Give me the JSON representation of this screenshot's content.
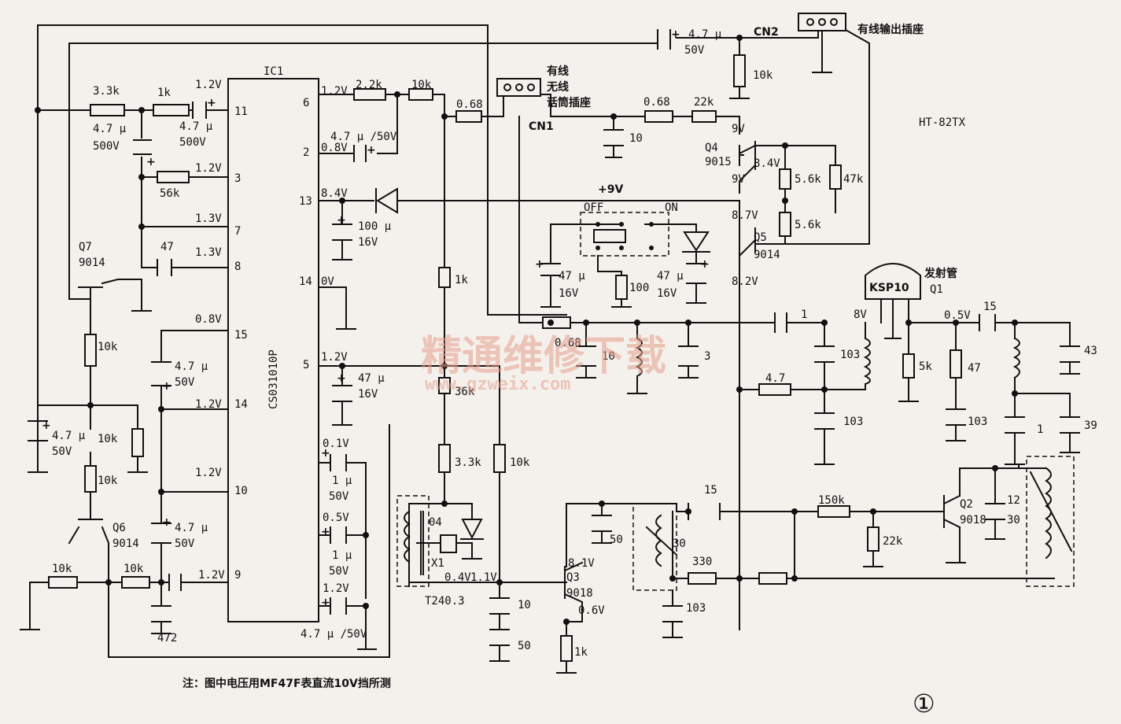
{
  "model": "HT-82TX",
  "ic": {
    "ref": "IC1",
    "part": "CS031010P"
  },
  "connectors": {
    "cn2": "CN2",
    "cn2_desc": "有线输出插座",
    "cn1": "CN1",
    "cn1_desc_line1": "有线",
    "cn1_desc_line2": "无线",
    "cn1_desc_line3": "话筒插座"
  },
  "transmitter": {
    "part": "KSP10",
    "desc": "发射管",
    "ref": "Q1"
  },
  "note": "注：图中电压用MF47F表直流10V挡所测",
  "figure_number": "①",
  "watermark": {
    "cn": "精通维修下载",
    "url": "www.gzweix.com"
  },
  "switch": {
    "off": "OFF",
    "on": "ON",
    "supply": "+9V"
  },
  "transformer": {
    "ref": "T240.3",
    "x1": "X1",
    "code": "04"
  },
  "labels": [
    "4.7 μ",
    "50V",
    "10k",
    "3.3k",
    "1k",
    "1.2V",
    "4.7 μ",
    "500V",
    "4.7 μ",
    "500V",
    "56k",
    "1.2V",
    "1.3V",
    "47",
    "1.3V",
    "Q7",
    "9014",
    "10k",
    "0.8V",
    "4.7 μ",
    "50V",
    "1.2V",
    "4.7 μ",
    "50V",
    "10k",
    "1.2V",
    "10k",
    "Q6",
    "9014",
    "4.7 μ",
    "50V",
    "10k",
    "10k",
    "1.2V",
    "472",
    "1.2V",
    "2.2k",
    "10k",
    "0.68",
    "4.7 μ /50V",
    "0.8V",
    "8.4V",
    "100 μ",
    "16V",
    "0V",
    "1.2V",
    "47 μ",
    "16V",
    "0.1V",
    "1 μ",
    "50V",
    "0.5V",
    "1 μ",
    "50V",
    "1.2V",
    "4.7 μ /50V",
    "0.68",
    "22k",
    "10",
    "9V",
    "Q4",
    "9015",
    "8.4V",
    "9V",
    "5.6k",
    "47k",
    "8.7V",
    "5.6k",
    "Q5",
    "9014",
    "8.2V",
    "47 μ",
    "16V",
    "100",
    "47 μ",
    "16V",
    "1k",
    "0.68",
    "10",
    "3",
    "1",
    "8V",
    "103",
    "103",
    "4.7",
    "5k",
    "0.5V",
    "47",
    "103",
    "15",
    "43",
    "1",
    "39",
    "36k",
    "3.3k",
    "10k",
    "0.4V",
    "1.1V",
    "8.1V",
    "Q3",
    "9018",
    "0.6V",
    "10",
    "50",
    "1k",
    "50",
    "15",
    "150k",
    "22k",
    "Q2",
    "9018",
    "12",
    "30",
    "30",
    "330",
    "103"
  ]
}
